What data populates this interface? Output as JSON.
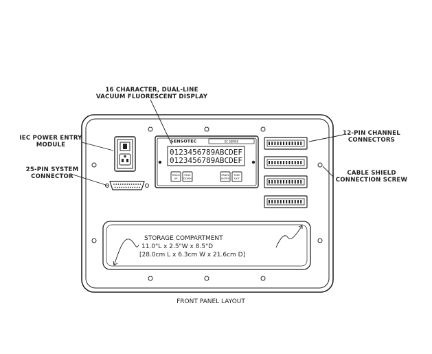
{
  "callouts": {
    "display_line1": "16 CHARACTER, DUAL-LINE",
    "display_line2": "VACUUM FLUORESCENT DISPLAY",
    "power_line1": "IEC POWER ENTRY",
    "power_line2": "MODULE",
    "system_line1": "25-PIN SYSTEM",
    "system_line2": "CONNECTOR",
    "channel_line1": "12-PIN CHANNEL",
    "channel_line2": "CONNECTORS",
    "shield_line1": "CABLE SHIELD",
    "shield_line2": "CONNECTION SCREW"
  },
  "display": {
    "brand": "SENSOTEC",
    "model": "SC SERIES",
    "line1": "0123456789ABCDEF",
    "line2": "0123456789ABCDEF",
    "buttons": [
      {
        "top": "TRACK",
        "bottom": "UP"
      },
      {
        "top": "PEAK",
        "bottom": "DOWN"
      },
      {
        "top": "PANEL",
        "bottom": "ENTER"
      },
      {
        "top": "TARE",
        "bottom": "EXIT"
      }
    ]
  },
  "storage": {
    "title": "STORAGE COMPARTMENT",
    "line1": "11.0\"L x 2.5\"W x 8.5\"D",
    "line2": "[28.0cm L x 6.3cm W x 21.6cm D]"
  },
  "caption": "FRONT PANEL LAYOUT"
}
